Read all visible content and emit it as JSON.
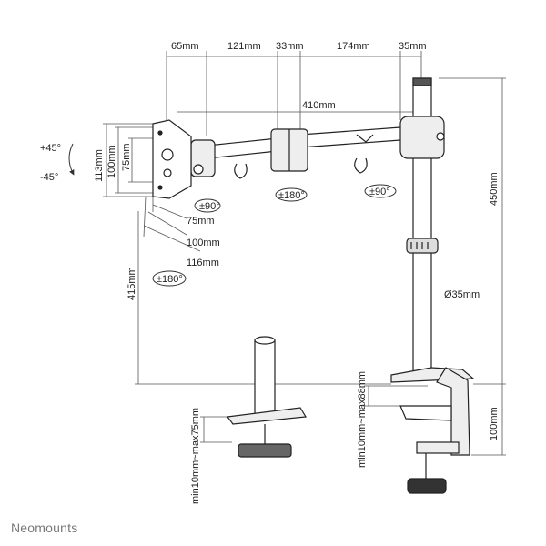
{
  "dimensions": {
    "top_65": "65mm",
    "top_121": "121mm",
    "top_33": "33mm",
    "top_174": "174mm",
    "top_35": "35mm",
    "arm_410": "410mm",
    "height_450": "450mm",
    "pole_dia": "Ø35mm",
    "height_415": "415mm",
    "v_113": "113mm",
    "v_100": "100mm",
    "v_75": "75mm",
    "h_75": "75mm",
    "h_100": "100mm",
    "h_116": "116mm",
    "clamp_100": "100mm",
    "desk_range_clamp": "min10mm~max88mm",
    "desk_range_grommet": "min10mm~max75mm"
  },
  "rotations": {
    "tilt_up": "+45°",
    "tilt_down": "-45°",
    "swivel_head": "±90°",
    "swivel_joint1": "±180°",
    "swivel_joint2": "±90°",
    "rotation_plate": "±180°"
  },
  "brand": "Neomounts"
}
